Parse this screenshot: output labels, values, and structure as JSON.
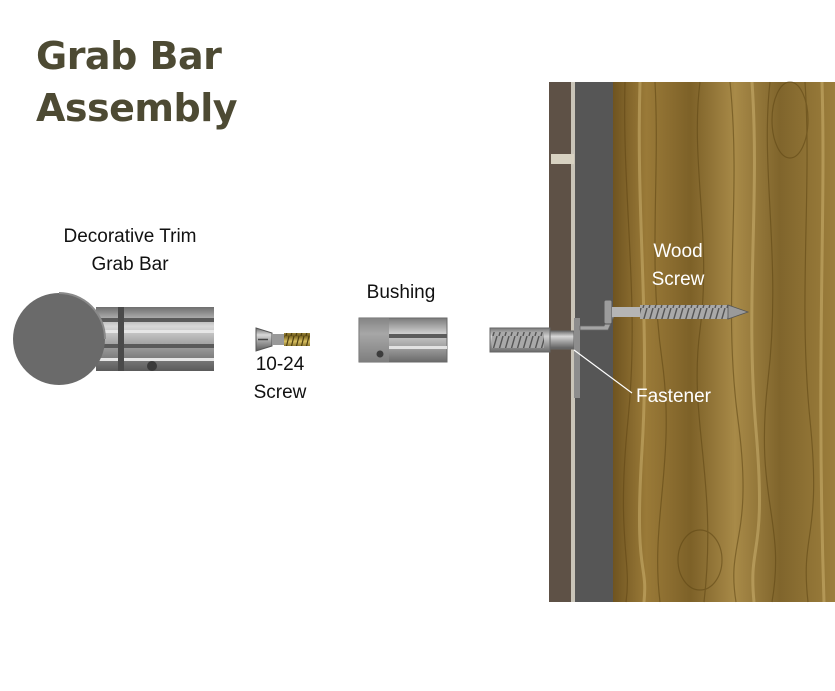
{
  "title": {
    "line1": "Grab Bar",
    "line2": "Assembly"
  },
  "labels": {
    "trim": {
      "line1": "Decorative Trim",
      "line2": "Grab Bar"
    },
    "screw": {
      "line1": "10-24",
      "line2": "Screw"
    },
    "bushing": "Bushing",
    "wood_screw": {
      "line1": "Wood",
      "line2": "Screw"
    },
    "fastener": "Fastener"
  },
  "colors": {
    "title": "#4d4a33",
    "wood": "#8a6a2c",
    "wall_panel": "#5e5146",
    "drywall": "#5a5a5a",
    "metal": "#9a9a9a",
    "thread_gold": "#b89a3a"
  }
}
